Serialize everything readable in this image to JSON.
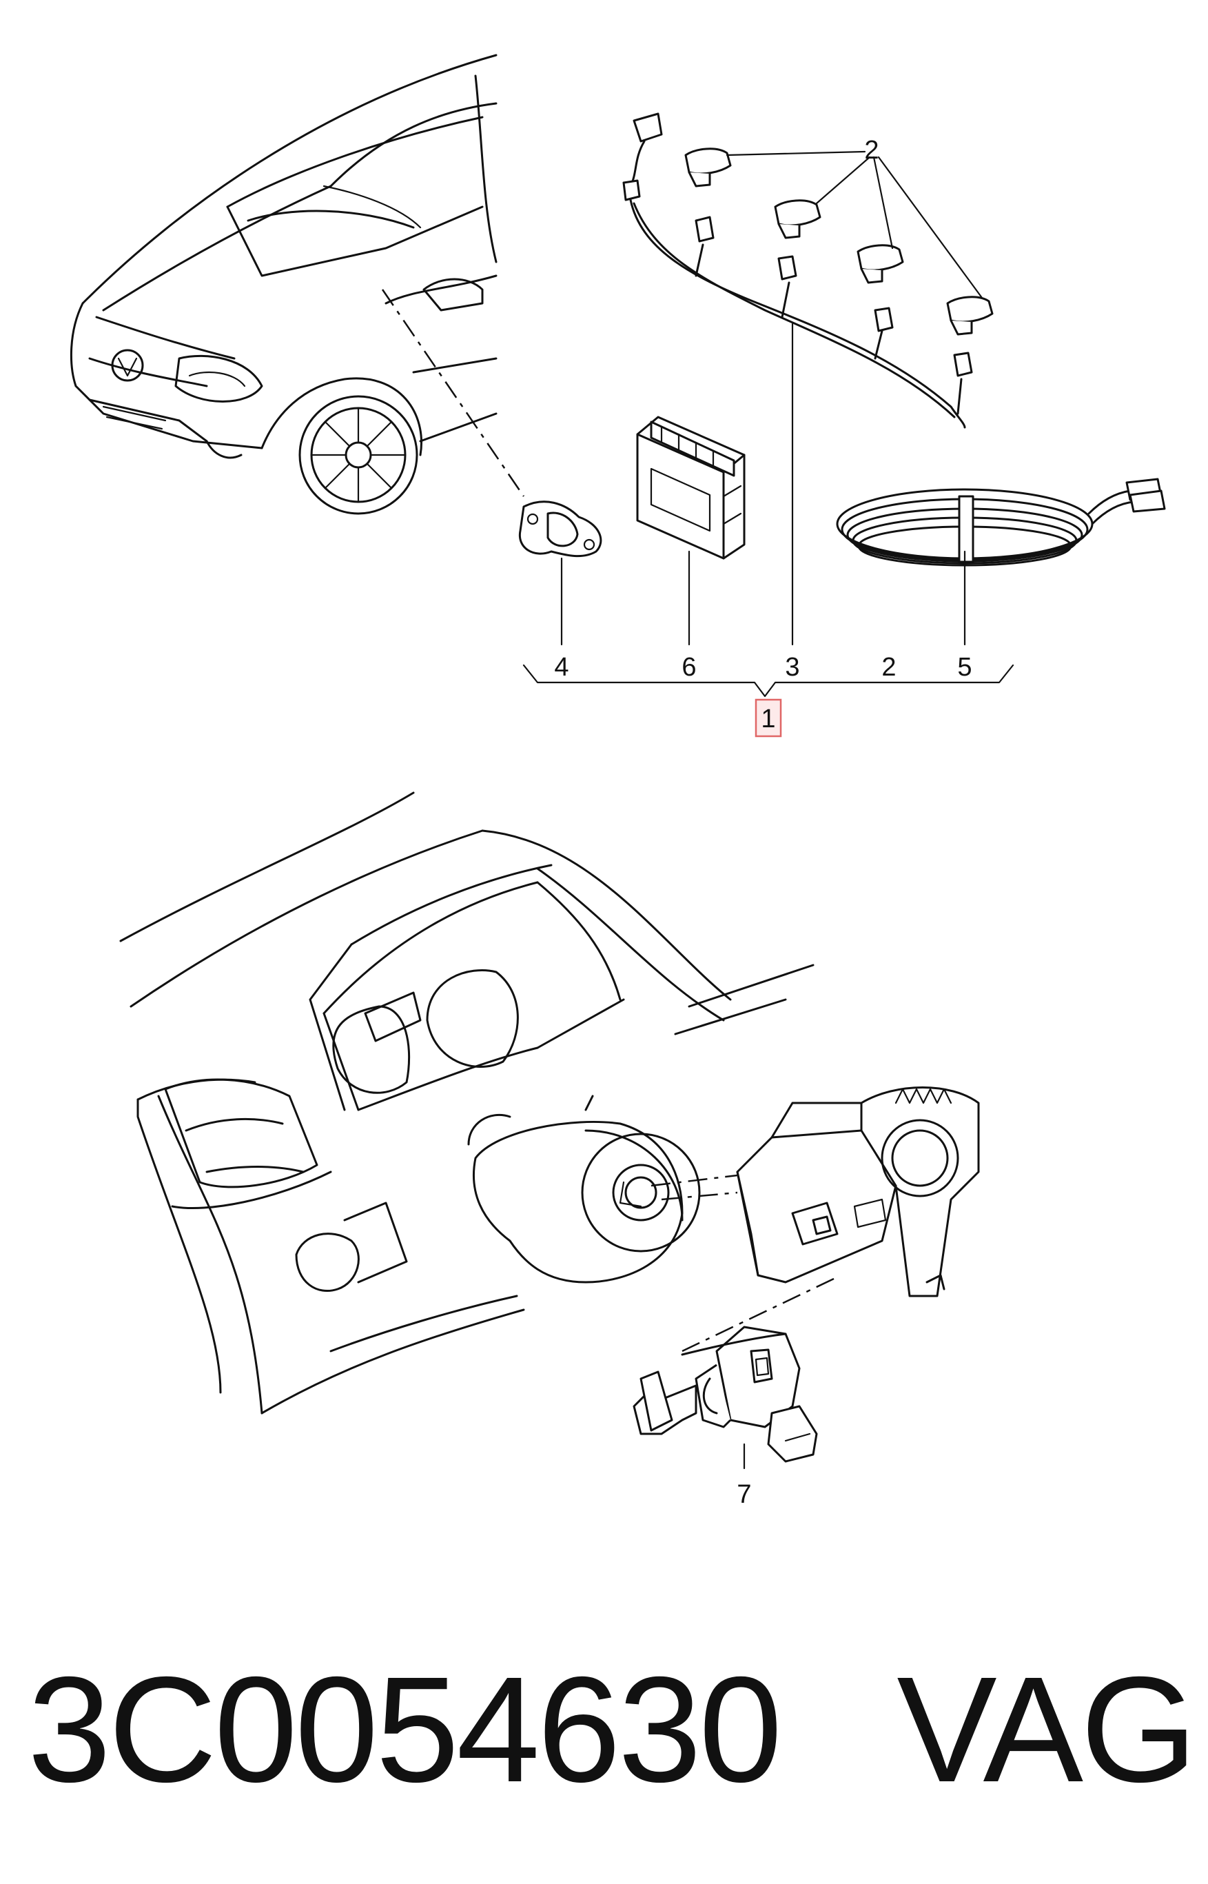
{
  "callouts": {
    "n1": "1",
    "n2_top": "2",
    "n2_bottom": "2",
    "n3": "3",
    "n4": "4",
    "n5": "5",
    "n6": "6",
    "n7": "7"
  },
  "footer": {
    "part_number": "3C0054630",
    "brand": "VAG"
  },
  "colors": {
    "line": "#111111",
    "highlight_fill": "#fdeaea",
    "highlight_stroke": "#e06666",
    "background": "#ffffff"
  }
}
